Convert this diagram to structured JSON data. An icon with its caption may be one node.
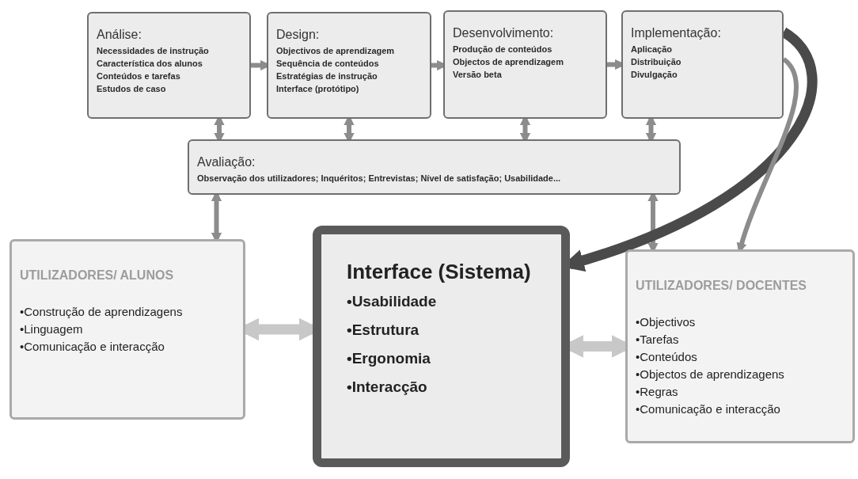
{
  "diagram": {
    "nodes": [
      {
        "text": [
          "Análise:",
          "Necessidades de instrução",
          "Característica dos alunos",
          "Conteúdos e tarefas",
          "Estudos de caso"
        ]
      },
      {
        "text": [
          "Design:",
          "Objectivos de aprendizagem",
          "Sequência de conteúdos",
          "Estratégias de instrução",
          "Interface (protótipo)"
        ]
      },
      {
        "text": [
          "Desenvolvimento:",
          "Produção de conteúdos",
          "Objectos de aprendizagem",
          "Versão beta"
        ]
      },
      {
        "text": [
          "Implementação:",
          "Aplicação",
          "Distribuição",
          "Divulgação"
        ]
      },
      {
        "text": [
          "Avaliação:",
          "Observação dos utilizadores; Inquéritos; Entrevistas; Nível de satisfação; Usabilidade..."
        ]
      },
      {
        "text": [
          "UTILIZADORES/ ALUNOS",
          "•Construção de aprendizagens",
          "•Linguagem",
          "•Comunicação e interacção"
        ]
      },
      {
        "text": [
          "Interface (Sistema)",
          "•Usabilidade",
          "•Estrutura",
          "•Ergonomia",
          "•Interacção"
        ]
      },
      {
        "text": [
          "UTILIZADORES/ DOCENTES",
          "•Objectivos",
          "•Tarefas",
          "•Conteúdos",
          "•Objectos de aprendizagens",
          "•Regras",
          "•Comunicação e interacção"
        ]
      }
    ],
    "edges": [
      {
        "from": 0,
        "to": 1,
        "arrow": "to"
      },
      {
        "from": 1,
        "to": 2,
        "arrow": "to"
      },
      {
        "from": 2,
        "to": 3,
        "arrow": "to"
      },
      {
        "from": 0,
        "to": 4,
        "arrow": "both"
      },
      {
        "from": 1,
        "to": 4,
        "arrow": "both"
      },
      {
        "from": 2,
        "to": 4,
        "arrow": "both"
      },
      {
        "from": 3,
        "to": 4,
        "arrow": "both"
      },
      {
        "from": 4,
        "to": 5,
        "arrow": "both"
      },
      {
        "from": 4,
        "to": 7,
        "arrow": "both"
      },
      {
        "from": 3,
        "to": 6,
        "arrow": "to",
        "style": "thick",
        "color": "#4a4a4a"
      },
      {
        "from": 3,
        "to": 7,
        "arrow": "to"
      },
      {
        "from": 5,
        "to": 6,
        "arrow": "both",
        "style": "thick",
        "color": "#c8c8c8"
      },
      {
        "from": 6,
        "to": 7,
        "arrow": "both",
        "style": "thick",
        "color": "#c8c8c8"
      }
    ]
  }
}
